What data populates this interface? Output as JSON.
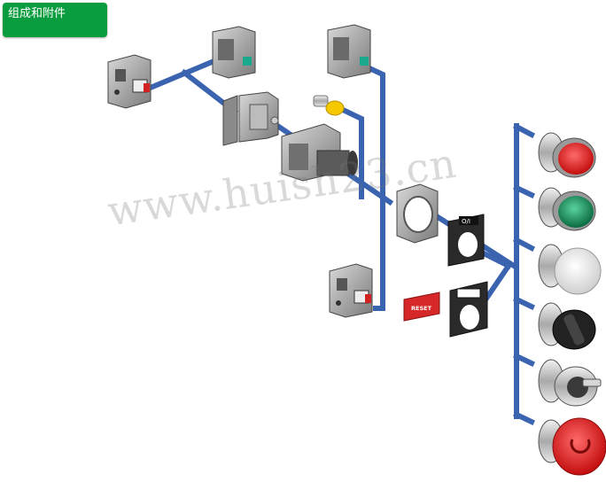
{
  "header": {
    "title": "组成和附件"
  },
  "labels": {
    "reset_plate": "RESET",
    "legend_plate": "O/I"
  },
  "watermark": "www.huish23.cn",
  "colors": {
    "header_green": "#0a9d3f",
    "connector_blue": "#3a63b0",
    "button_red": "#e02020",
    "button_green": "#0f8a55"
  },
  "icons": [
    "contact-block-icon",
    "lamp-holder-icon",
    "adapter-bracket-icon",
    "led-bulb-icon",
    "mounting-collar-icon",
    "nameplate-icon",
    "flush-pushbutton-red-icon",
    "flush-pushbutton-green-icon",
    "mushroom-button-white-icon",
    "selector-switch-icon",
    "key-switch-icon",
    "emergency-stop-icon"
  ]
}
